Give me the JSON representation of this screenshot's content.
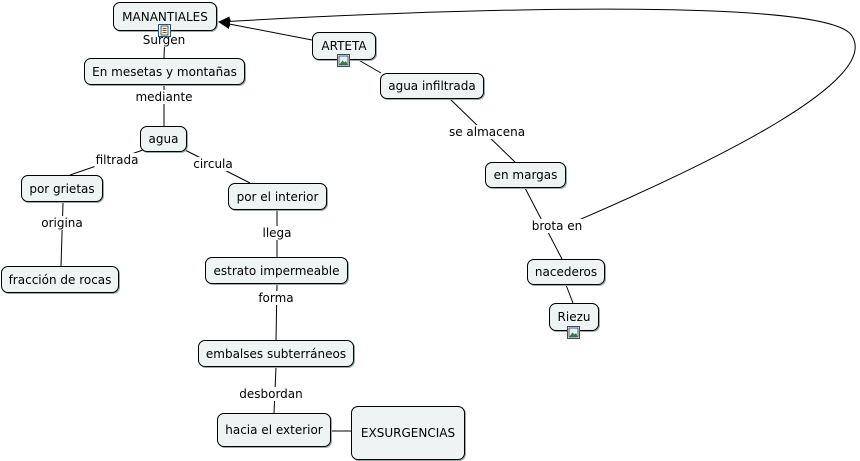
{
  "nodes": {
    "manantiales": "MANANTIALES",
    "arteta": "ARTETA",
    "mesetas": "En mesetas y montañas",
    "agua": "agua",
    "agua_infiltrada": "agua infiltrada",
    "por_grietas": "por grietas",
    "por_interior": "por el interior",
    "en_margas": "en margas",
    "fraccion": "fracción de rocas",
    "estrato": "estrato impermeable",
    "nacederos": "nacederos",
    "riezu": "Riezu",
    "embalses": "embalses subterráneos",
    "hacia_exterior": "hacia el exterior",
    "exsurgencias": "EXSURGENCIAS"
  },
  "links": {
    "surgen": "Surgen",
    "mediante": "mediante",
    "filtrada": "filtrada",
    "circula": "circula",
    "origina": "origina",
    "llega": "llega",
    "forma": "forma",
    "desbordan": "desbordan",
    "se_almacena": "se almacena",
    "brota_en": "brota en"
  },
  "icons": {
    "manantiales": "document-icon",
    "arteta": "image-icon",
    "riezu": "image-icon"
  }
}
